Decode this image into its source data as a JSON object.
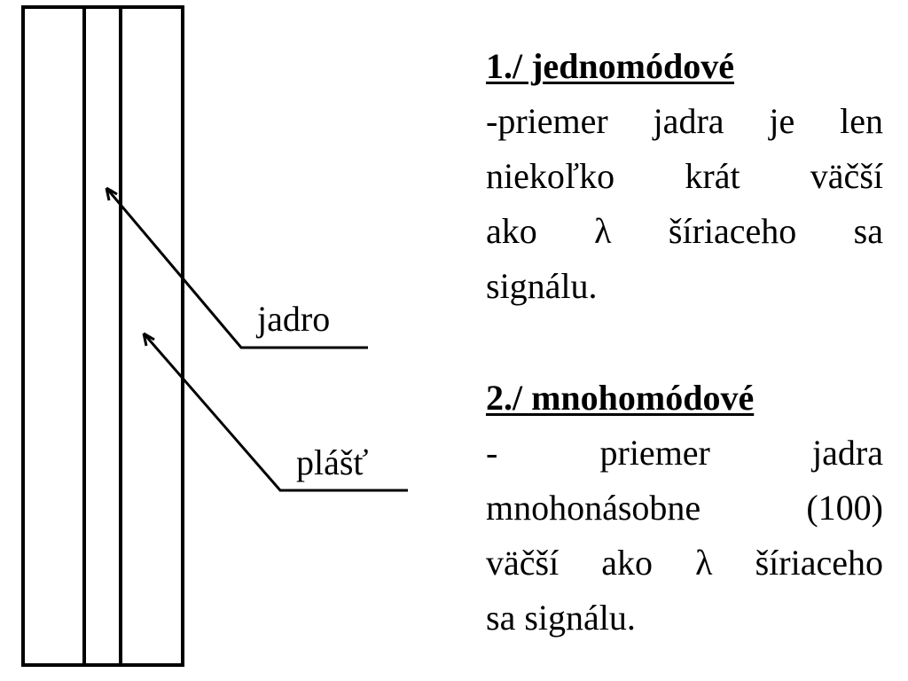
{
  "labels": {
    "core": "jadro",
    "cladding": "plášť"
  },
  "single_mode": {
    "heading": "1./ jednomódové",
    "lines": [
      "-priemer jadra je len",
      "niekoľko krát väčší",
      "ako λ šíriaceho sa",
      "signálu."
    ]
  },
  "multi_mode": {
    "heading": "2./ mnohomódové",
    "lines": [
      "- priemer jadra",
      "mnohonásobne (100)",
      "väčší ako λ šíriaceho",
      "sa signálu."
    ]
  }
}
